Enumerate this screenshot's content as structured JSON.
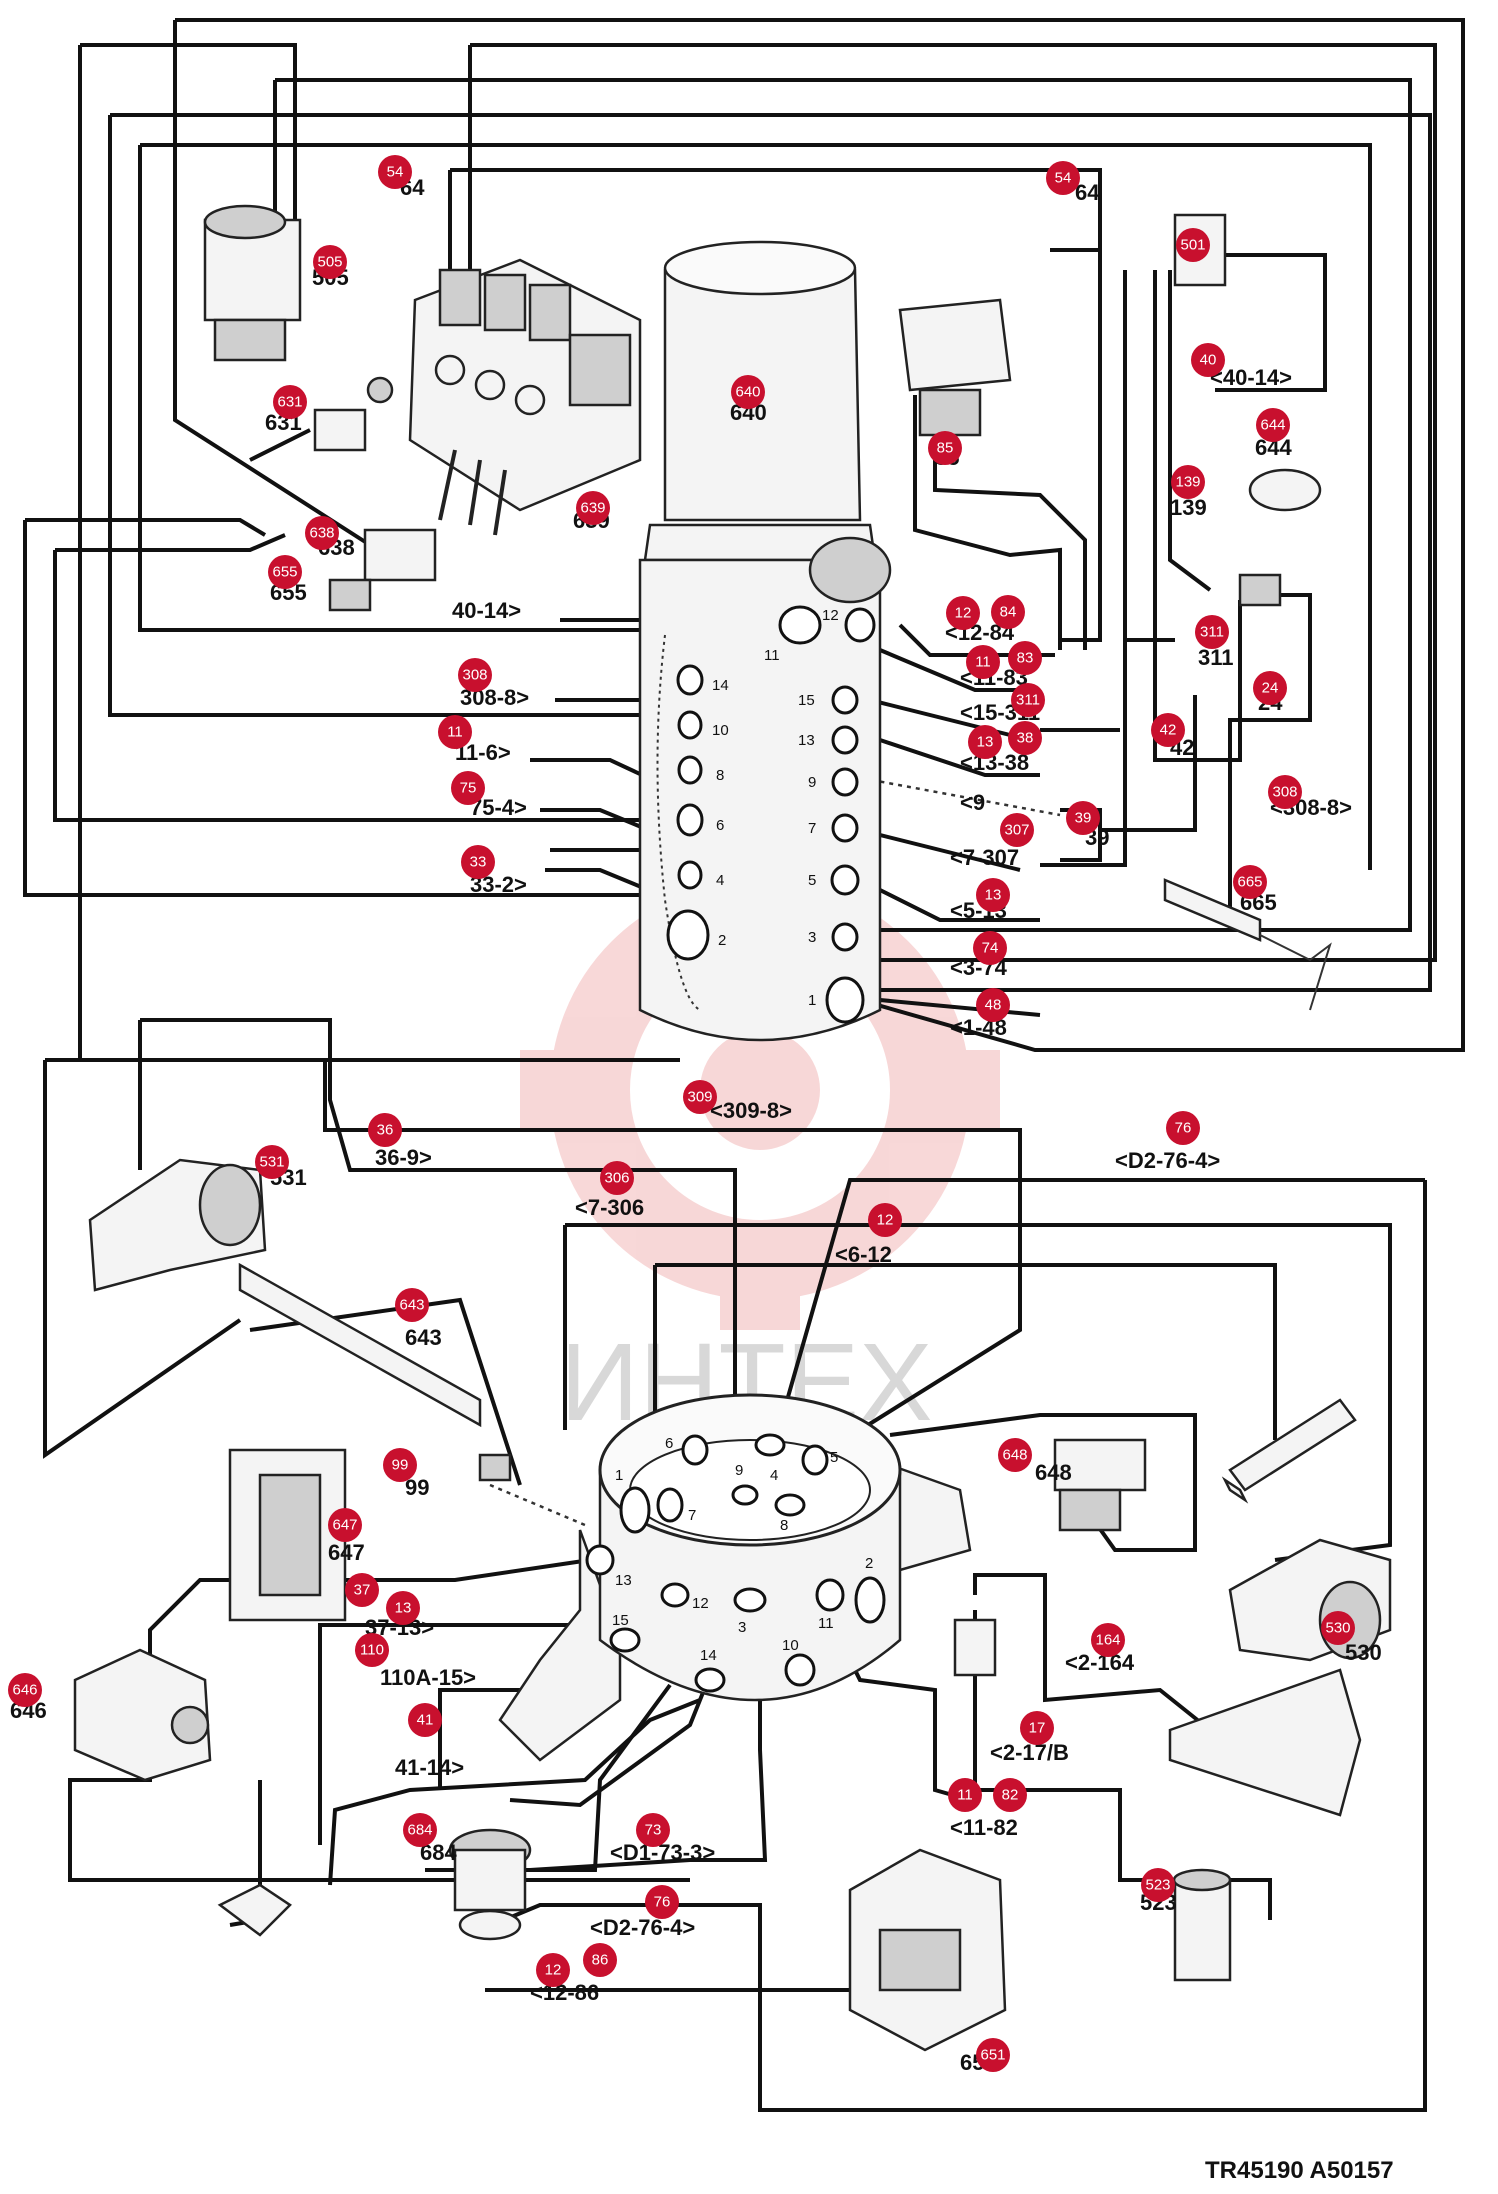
{
  "footer_code": "TR45190 A50157",
  "watermark_text": "ИНТЕХ",
  "colors": {
    "badge": "#c8102e",
    "watermark": "#f2b8b8",
    "line": "#111111"
  },
  "upper_ports": [
    {
      "n": "14"
    },
    {
      "n": "10"
    },
    {
      "n": "8"
    },
    {
      "n": "6"
    },
    {
      "n": "4"
    },
    {
      "n": "2"
    },
    {
      "n": "12"
    },
    {
      "n": "11"
    },
    {
      "n": "15"
    },
    {
      "n": "13"
    },
    {
      "n": "9"
    },
    {
      "n": "7"
    },
    {
      "n": "5"
    },
    {
      "n": "3"
    },
    {
      "n": "1"
    }
  ],
  "lower_ports": [
    {
      "n": "1"
    },
    {
      "n": "6"
    },
    {
      "n": "7"
    },
    {
      "n": "9"
    },
    {
      "n": "4"
    },
    {
      "n": "5"
    },
    {
      "n": "8"
    },
    {
      "n": "2"
    },
    {
      "n": "13"
    },
    {
      "n": "12"
    },
    {
      "n": "15"
    },
    {
      "n": "14"
    },
    {
      "n": "3"
    },
    {
      "n": "10"
    },
    {
      "n": "11"
    }
  ],
  "line_labels": [
    {
      "t": "64"
    },
    {
      "t": "64"
    },
    {
      "t": "505"
    },
    {
      "t": "631"
    },
    {
      "t": "638"
    },
    {
      "t": "655"
    },
    {
      "t": "639"
    },
    {
      "t": "640"
    },
    {
      "t": "85"
    },
    {
      "t": "<40-14>"
    },
    {
      "t": "644"
    },
    {
      "t": "139"
    },
    {
      "t": "311"
    },
    {
      "t": "24"
    },
    {
      "t": "40-14>"
    },
    {
      "t": "308-8>"
    },
    {
      "t": "11-6>"
    },
    {
      "t": "75-4>"
    },
    {
      "t": "33-2>"
    },
    {
      "t": "<12-84"
    },
    {
      "t": "<11-83"
    },
    {
      "t": "<15-311"
    },
    {
      "t": "<13-38"
    },
    {
      "t": "42"
    },
    {
      "t": "<9"
    },
    {
      "t": "39"
    },
    {
      "t": "<7-307"
    },
    {
      "t": "<5-13"
    },
    {
      "t": "<3-74"
    },
    {
      "t": "<1-48"
    },
    {
      "t": "665"
    },
    {
      "t": "<308-8>"
    },
    {
      "t": "<309-8>"
    },
    {
      "t": "36-9>"
    },
    {
      "t": "531"
    },
    {
      "t": "<D2-76-4>"
    },
    {
      "t": "<7-306"
    },
    {
      "t": "<6-12"
    },
    {
      "t": "643"
    },
    {
      "t": "99"
    },
    {
      "t": "647"
    },
    {
      "t": "648"
    },
    {
      "t": "37-13>"
    },
    {
      "t": "110A-15>"
    },
    {
      "t": "646"
    },
    {
      "t": "41-14>"
    },
    {
      "t": "684"
    },
    {
      "t": "<D1-73-3>"
    },
    {
      "t": "<D2-76-4>"
    },
    {
      "t": "<12-86"
    },
    {
      "t": "<2-164"
    },
    {
      "t": "<2-17/B"
    },
    {
      "t": "<11-82"
    },
    {
      "t": "530"
    },
    {
      "t": "523"
    },
    {
      "t": "651"
    }
  ],
  "badges": [
    {
      "n": "54"
    },
    {
      "n": "54"
    },
    {
      "n": "505"
    },
    {
      "n": "631"
    },
    {
      "n": "638"
    },
    {
      "n": "655"
    },
    {
      "n": "639"
    },
    {
      "n": "640"
    },
    {
      "n": "85"
    },
    {
      "n": "501"
    },
    {
      "n": "40"
    },
    {
      "n": "644"
    },
    {
      "n": "139"
    },
    {
      "n": "311"
    },
    {
      "n": "24"
    },
    {
      "n": "12"
    },
    {
      "n": "84"
    },
    {
      "n": "11"
    },
    {
      "n": "83"
    },
    {
      "n": "311"
    },
    {
      "n": "13"
    },
    {
      "n": "38"
    },
    {
      "n": "42"
    },
    {
      "n": "308"
    },
    {
      "n": "11"
    },
    {
      "n": "75"
    },
    {
      "n": "33"
    },
    {
      "n": "307"
    },
    {
      "n": "39"
    },
    {
      "n": "308"
    },
    {
      "n": "665"
    },
    {
      "n": "13"
    },
    {
      "n": "74"
    },
    {
      "n": "48"
    },
    {
      "n": "309"
    },
    {
      "n": "36"
    },
    {
      "n": "531"
    },
    {
      "n": "76"
    },
    {
      "n": "306"
    },
    {
      "n": "12"
    },
    {
      "n": "643"
    },
    {
      "n": "99"
    },
    {
      "n": "647"
    },
    {
      "n": "648"
    },
    {
      "n": "37"
    },
    {
      "n": "13"
    },
    {
      "n": "110"
    },
    {
      "n": "646"
    },
    {
      "n": "41"
    },
    {
      "n": "684"
    },
    {
      "n": "73"
    },
    {
      "n": "76"
    },
    {
      "n": "12"
    },
    {
      "n": "86"
    },
    {
      "n": "164"
    },
    {
      "n": "17"
    },
    {
      "n": "11"
    },
    {
      "n": "82"
    },
    {
      "n": "530"
    },
    {
      "n": "523"
    },
    {
      "n": "651"
    }
  ]
}
